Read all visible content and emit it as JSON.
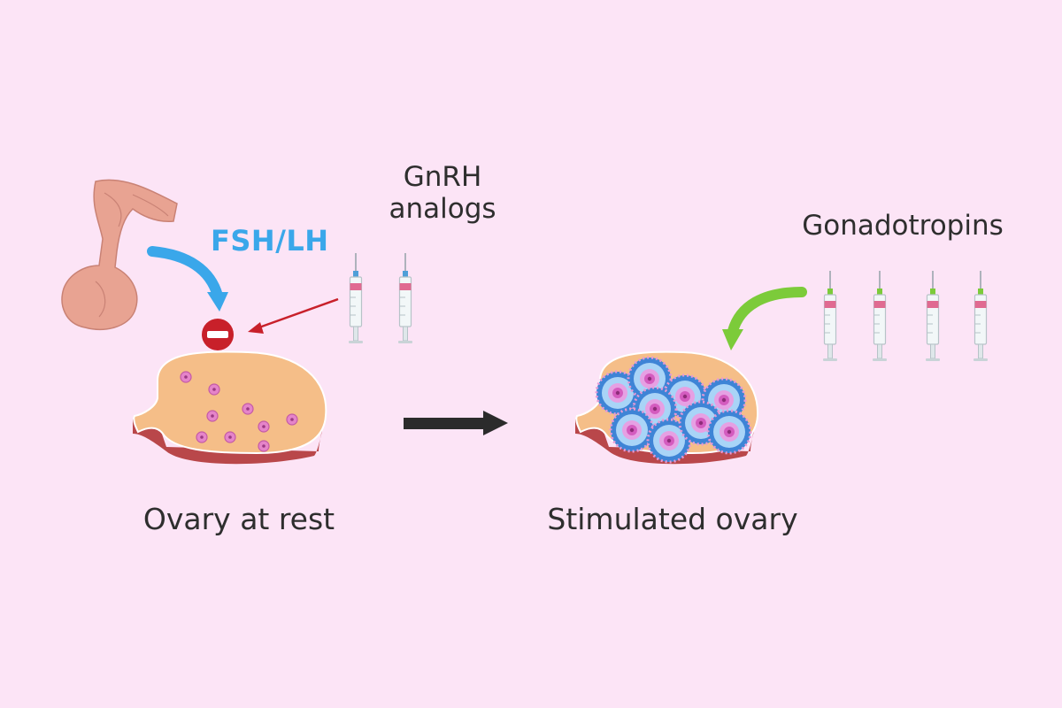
{
  "labels": {
    "gnrh_line1": "GnRH",
    "gnrh_line2": "analogs",
    "fsh_lh": "FSH/LH",
    "gonadotropins": "Gonadotropins",
    "ovary_rest": "Ovary at rest",
    "ovary_stimulated": "Stimulated ovary"
  },
  "colors": {
    "background": "#fce4f6",
    "fsh_arrow": "#3aa7ea",
    "gonadotropin_arrow": "#7ccb3a",
    "inhibition": "#c8202a",
    "process_arrow": "#2b2b2b",
    "ovary_surface": "#f5be88",
    "ovary_cut": "#b9474a"
  },
  "icons": {
    "pituitary": "pituitary-gland-icon",
    "inhibition": "minus-circle-icon",
    "syringe": "syringe-icon",
    "ovary": "ovary-cross-section-icon",
    "follicle": "follicle-icon"
  },
  "counts": {
    "gnrh_syringes": 2,
    "gonadotropin_syringes": 4
  }
}
